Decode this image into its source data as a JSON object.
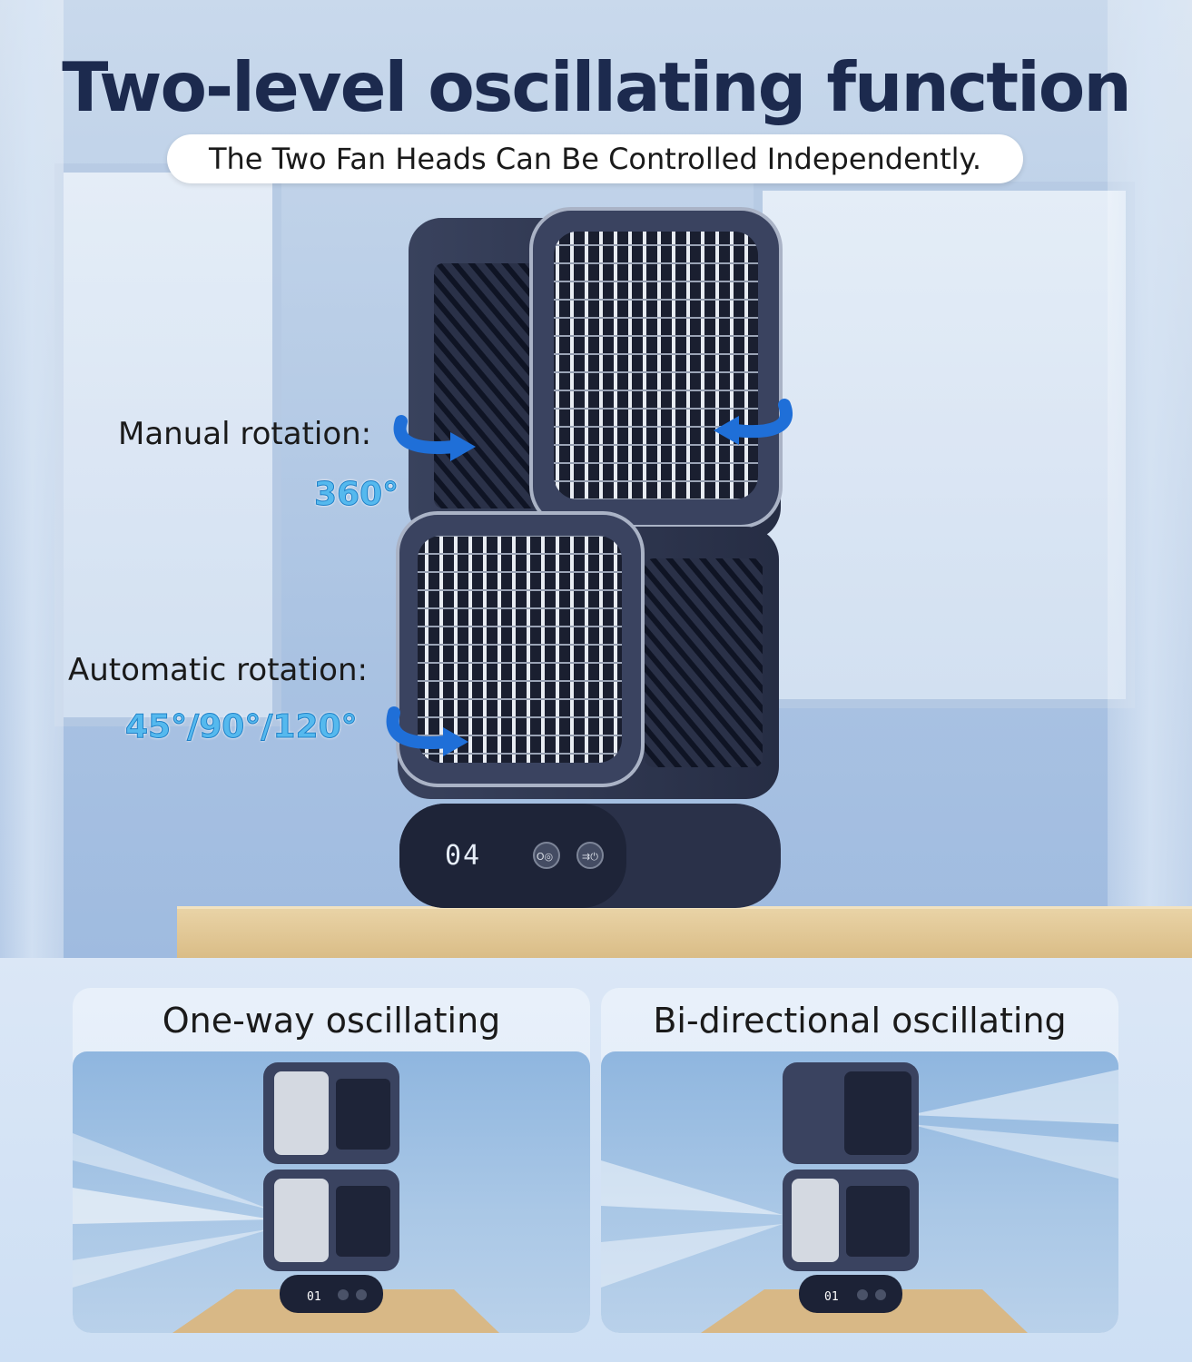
{
  "header": {
    "title": "Two-level oscillating function",
    "subtitle": "The Two Fan Heads Can Be Controlled Independently."
  },
  "callouts": {
    "manual_label": "Manual rotation:",
    "manual_degree": "360°",
    "auto_label": "Automatic rotation:",
    "auto_degree": "45°/90°/120°"
  },
  "fan_display": {
    "readout": "04"
  },
  "panels": [
    {
      "title": "One-way oscillating",
      "readout": "01"
    },
    {
      "title": "Bi-directional oscillating",
      "readout": "01"
    }
  ],
  "colors": {
    "title": "#1c2a4e",
    "accent_arrow": "#1f6fd8",
    "degree": "#55b9ee",
    "fan_body": "#2d3650"
  }
}
